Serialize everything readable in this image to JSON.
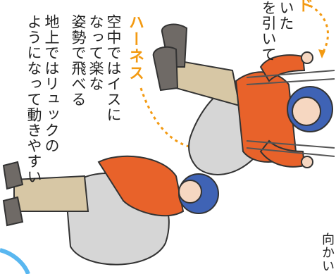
{
  "top_text": {
    "heading_partial": "ド",
    "line1": "いた",
    "line2": "を引いて"
  },
  "harness": {
    "heading": "ハーネス",
    "lines": [
      "空中ではイスに",
      "なって楽な",
      "姿勢で飛べる",
      "地上ではリュックの",
      "ようになって動きやすい"
    ]
  },
  "right_text": "向かい",
  "colors": {
    "accent_orange": "#f39a12",
    "jacket": "#e8622a",
    "helmet": "#3f63b5",
    "pants": "#d7c7a5",
    "boots": "#6f6a66",
    "harness_grey": "#d6d6d6"
  }
}
